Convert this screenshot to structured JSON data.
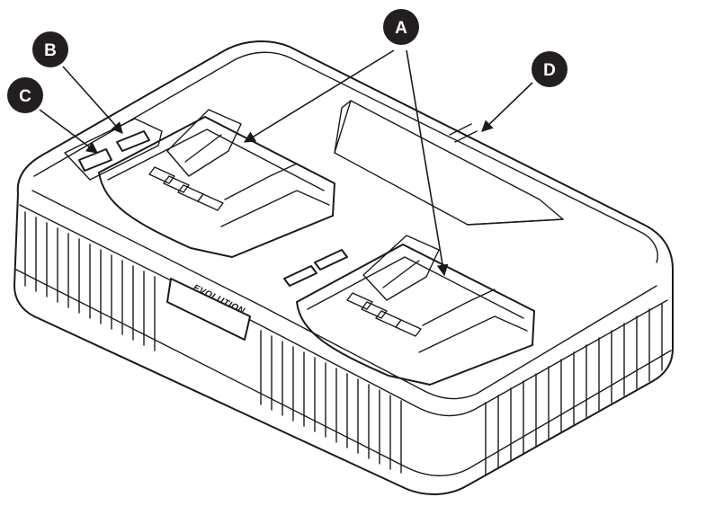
{
  "diagram": {
    "brand_text": "EVOLUTION",
    "callouts": [
      {
        "id": "A",
        "label": "A"
      },
      {
        "id": "B",
        "label": "B"
      },
      {
        "id": "C",
        "label": "C"
      },
      {
        "id": "D",
        "label": "D"
      }
    ],
    "colors": {
      "outline": "#1a1a1a",
      "callout_fill": "#231f20",
      "callout_text": "#ffffff",
      "background": "#ffffff"
    }
  }
}
